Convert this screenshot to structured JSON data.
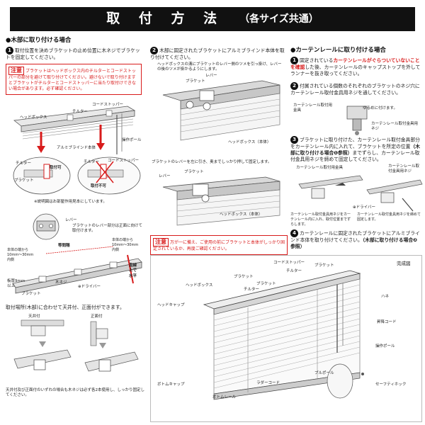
{
  "header": {
    "title": "取 付 方 法",
    "subtitle": "（各サイズ共通）"
  },
  "left": {
    "heading": "●木部に取り付ける場合",
    "step1_num": "1",
    "step1_text": "取付位置を決めブラケットの止め位置に木ネジでブラケットを固定してください。",
    "caution_badge": "注意",
    "caution_text": "ブラケットはヘッドボックス内のチルターとコードストッパーの部分を避けて取り付けてください。避けないで取り付けますとブラケットがチルターとコードストッパーに当たり取付けできない場合があります。必ず確認ください。",
    "labels": {
      "headbox": "ヘッドボックス",
      "tilter": "チルター",
      "cord_stopper": "コードストッパー",
      "operation_pole": "操作ポール",
      "aluminum_blind": "アルミブラインド本体",
      "bracket": "ブラケット",
      "ok_mark": "取付可",
      "ng_mark": "取付不可",
      "tilter2": "チルター",
      "cord_stopper2": "コードストッパー"
    },
    "fig_note": "※説明図はお部屋作用見本にしています。",
    "lever_note": "ブラケットのレバー部分は正面に向けて取付けます。",
    "lever": "レバー",
    "dim_text": "本体の端から10mm〜30mm内側",
    "equal_spacing": "等間隔",
    "level_text": "直線上で水平",
    "board_label": "板厚9mm以上",
    "wood_screw": "木ネジ",
    "screwdriver": "⊕ドライバー",
    "bracket2": "ブラケット",
    "placement_text": "取付場所(木部)に合わせて天井付、正面付ができます。",
    "ceiling_label": "天井付",
    "front_label": "正面付",
    "bottom_note": "天井付及び正面付のいずれの場合も木ネジは必ず各2本使用し、しっかり固定してください。"
  },
  "middle": {
    "step2_num": "2",
    "step2_text": "木部に固定されたブラケットにアルミブラインド本体を取り付けてください。",
    "step2_sub": "ヘッドボックスの溝にブラケットのレバー側のツメを引っ掛け、レバーの後のツメが掛かるようにします。",
    "lever": "レバー",
    "bracket": "ブラケット",
    "headbox": "ヘッドボックス（本体）",
    "push_text": "ブラケットのレバーを左に引き、奥までしっかり押して固定します。",
    "lever2": "レバー",
    "bracket3": "ブラケット",
    "headbox2": "ヘッドボックス（本体）",
    "caution_badge": "注意",
    "caution_text": "万が一に備え、ご使用の前にブラケットと本体がしっかり固定されているか、再度ご確認ください。"
  },
  "right": {
    "heading": "●カーテンレールに取り付ける場合",
    "step1_num": "1",
    "step1_a": "固定されている",
    "step1_b": "カーテンレールがぐらついていないことを確認",
    "step1_c": "した後、カーテンレールのキャップストップを外してランナーを抜き取ってください。",
    "step2_num": "2",
    "step2_text": "付属されている個数のそれぞれのブラケットのネジ穴にカーテンレール取付金具用ネジを通してください。",
    "curtain_fitting": "カーテンレール取付用金具",
    "loosen": "ゆるめに付けます。",
    "curtain_screw": "カーテンレール取付金具用ネジ",
    "step3_num": "3",
    "step3_a": "ブラケットに取り付けた、カーテンレール取付金具部分をカーテンレール内に入れて、ブラケットを所定の位置",
    "step3_b": "（木部に取り付ける場合❶参照）",
    "step3_c": "までずらし、カーテンレール取付金具用ネジを締めて固定してください。",
    "curtain_fitting2": "カーテンレール取付用金具",
    "curtain_screw2": "カーテンレール取付金具用ネジ",
    "screwdriver": "⊕ドライバー",
    "fig_note1": "カーテンレール取付金具用ネジをカーテンレール内に入れ、取付位置までずらします。",
    "fig_note2": "カーテンレール取付金具用ネジを締めて固定します。",
    "step4_num": "4",
    "step4_a": "カーテンレールに固定されたブラケットにアルミブラインド本体を取り付けてください。",
    "step4_b": "（木部に取り付ける場合❷参照）"
  },
  "complete": {
    "title": "完成図",
    "cord_stopper": "コードストッパー",
    "bracket": "ブラケット",
    "tilter": "チルター",
    "bracket_b": "ブラケット",
    "headbox": "ヘッドボックス",
    "bracket_c": "ブラケット",
    "tilter_b": "チルター",
    "head_cap": "ヘッドキャップ",
    "slat": "ハネ",
    "lift_cord": "昇降コード",
    "operation_pole": "操作ポール",
    "pull_pole": "プルポール",
    "ladder_cord": "ラダーコード",
    "bottom_cap": "ボトムキャップ",
    "bottom_rail": "ボトムレール",
    "safety_hook": "セーフティホック"
  }
}
